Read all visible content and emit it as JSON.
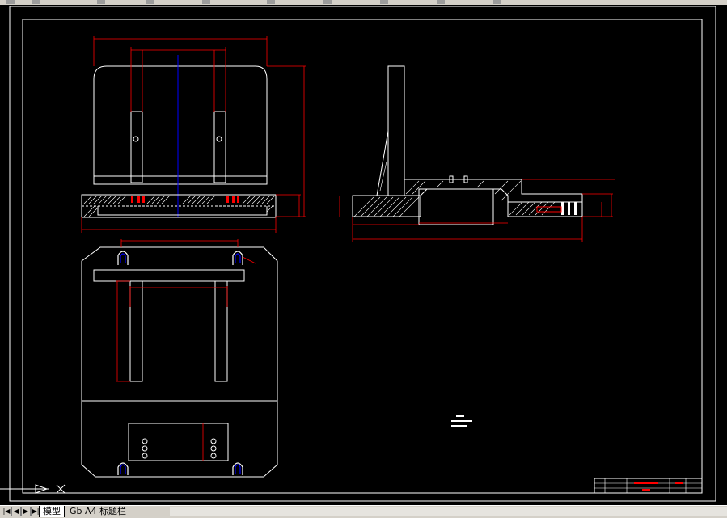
{
  "tabs": [
    {
      "label": "模型",
      "active": true
    },
    {
      "label": "Gb A4 标题栏",
      "active": false
    }
  ],
  "nav_buttons": [
    "first",
    "prev",
    "next",
    "last"
  ],
  "colors": {
    "background": "#000000",
    "line": "#ffffff",
    "dimension": "#ff0000",
    "centerline": "#0000ff",
    "ui": "#d4d0c8"
  }
}
